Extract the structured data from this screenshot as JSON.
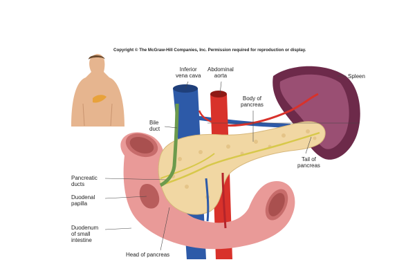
{
  "copyright": "Copyright © The McGraw-Hill Companies, Inc. Permission required for reproduction or display.",
  "labels": {
    "inferior_vena_cava": "Inferior\nvena cava",
    "abdominal_aorta": "Abdominal\naorta",
    "spleen": "Spleen",
    "body_of_pancreas": "Body of\npancreas",
    "bile_duct": "Bile\nduct",
    "tail_of_pancreas": "Tail of\npancreas",
    "pancreatic_ducts": "Pancreatic\nducts",
    "duodenal_papilla": "Duodenal\npapilla",
    "duodenum": "Duodenum\nof small\nintestine",
    "head_of_pancreas": "Head of pancreas"
  },
  "colors": {
    "pancreas": "#f1d7a3",
    "duodenum": "#e99a98",
    "spleen": "#6d2a4a",
    "artery": "#d8322b",
    "vein": "#2d5aa8",
    "duct": "#d7c84a",
    "skin": "#e6b58f"
  }
}
